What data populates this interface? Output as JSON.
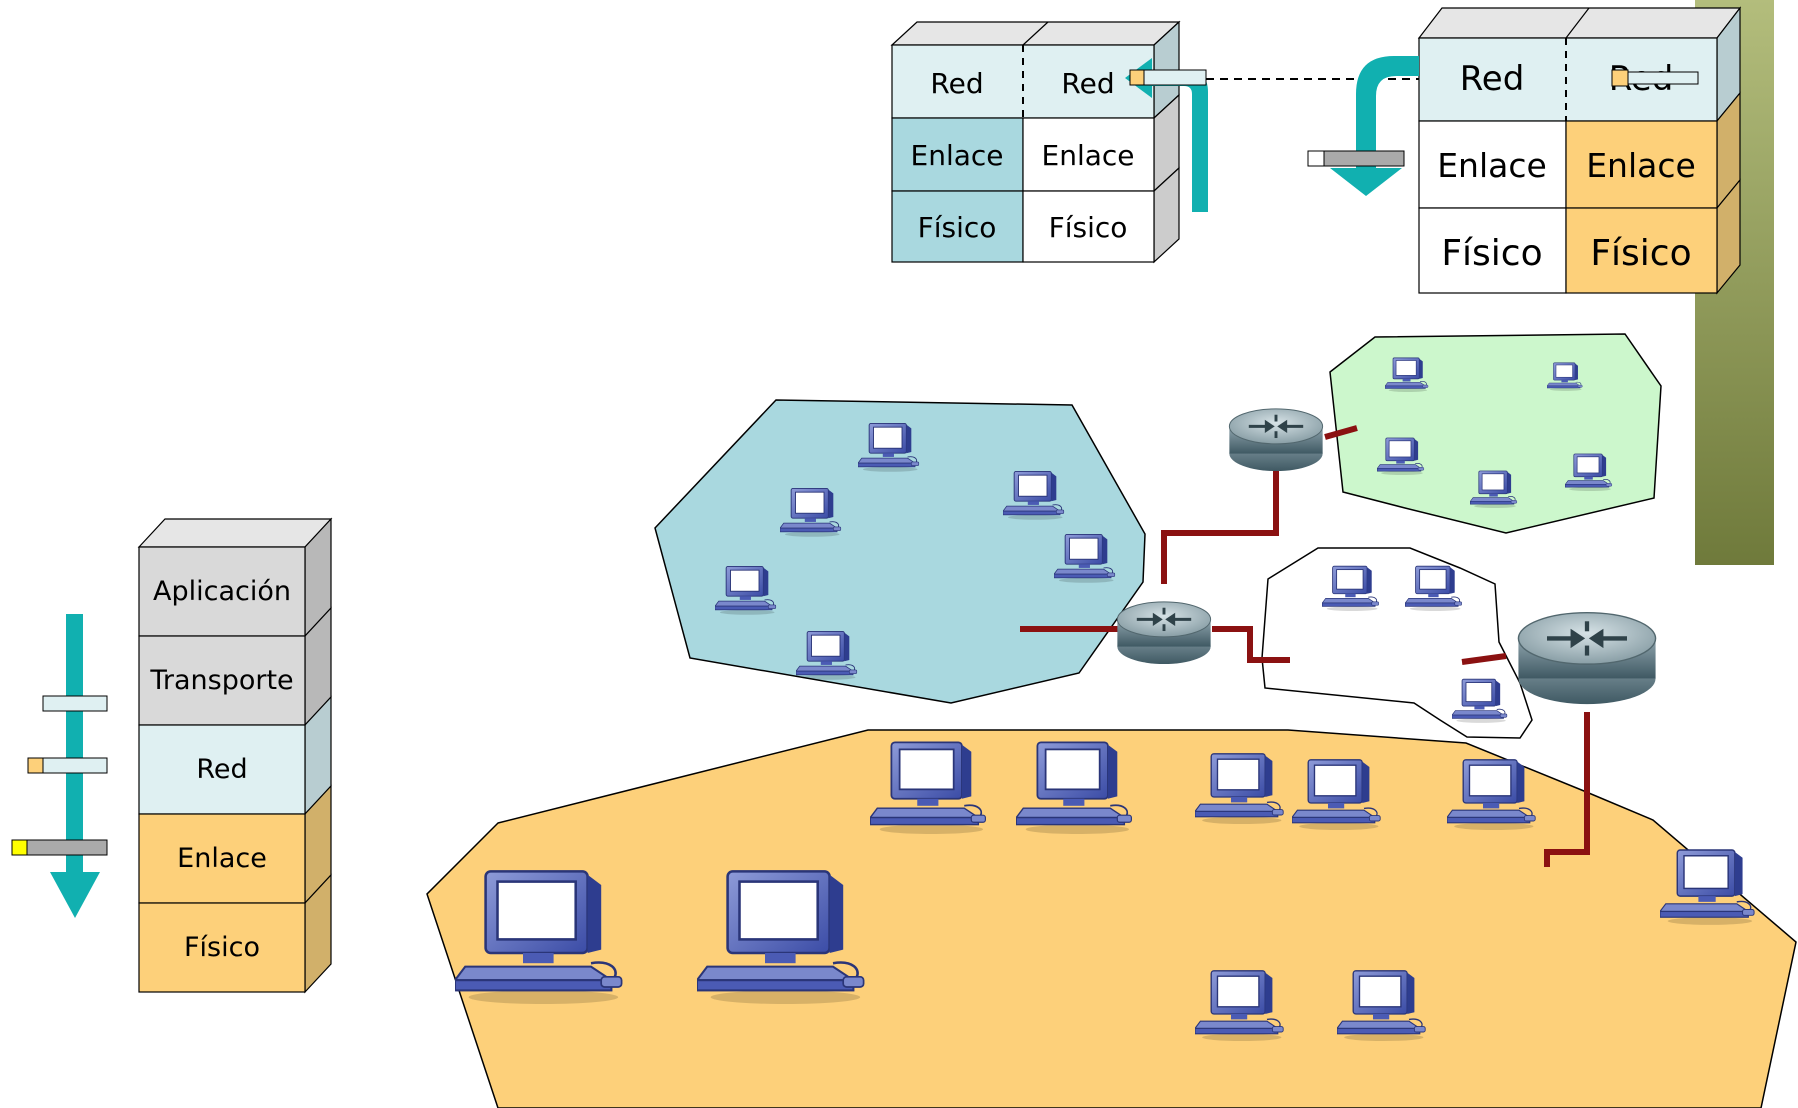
{
  "host_stack": {
    "layers": [
      "Aplicación",
      "Transporte",
      "Red",
      "Enlace",
      "Físico"
    ]
  },
  "router_stack": {
    "left_column": [
      "Red",
      "Enlace",
      "Físico"
    ],
    "right_column": [
      "Red",
      "Enlace",
      "Físico"
    ]
  },
  "right_stack": {
    "left_column": [
      "Red",
      "Enlace",
      "Físico"
    ],
    "right_column": [
      "Red",
      "Enlace",
      "Físico"
    ]
  },
  "colors": {
    "teal_network": "#a9d8df",
    "green_network": "#ccf7cc",
    "orange_network": "#fdd07a",
    "link_line": "#8b1111",
    "arrow": "#11b0b0",
    "gray_layer": "#d9d9d9",
    "pale_blue_layer": "#dff0f2",
    "olive_bar": "#8c9a55"
  },
  "icons": [
    "pc-icon",
    "router-icon",
    "down-arrow-icon",
    "packet-icon"
  ]
}
